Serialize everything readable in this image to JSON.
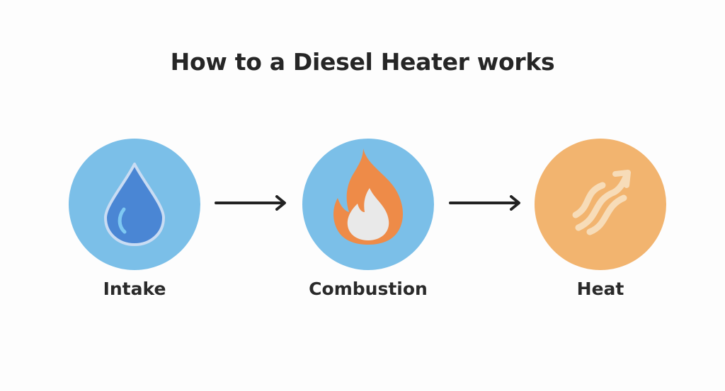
{
  "title": "How to a Diesel Heater works",
  "steps": [
    {
      "label": "Intake",
      "icon": "water-drop-icon",
      "circle_color": "#7bbfe8"
    },
    {
      "label": "Combustion",
      "icon": "flame-icon",
      "circle_color": "#7bbfe8"
    },
    {
      "label": "Heat",
      "icon": "heat-waves-icon",
      "circle_color": "#f2b46f"
    }
  ],
  "colors": {
    "arrow": "#222222",
    "drop": "#4a86d4",
    "flame_outer": "#ee8b48",
    "flame_inner": "#e9e9e9",
    "heat_waves": "#f7dcb8"
  }
}
